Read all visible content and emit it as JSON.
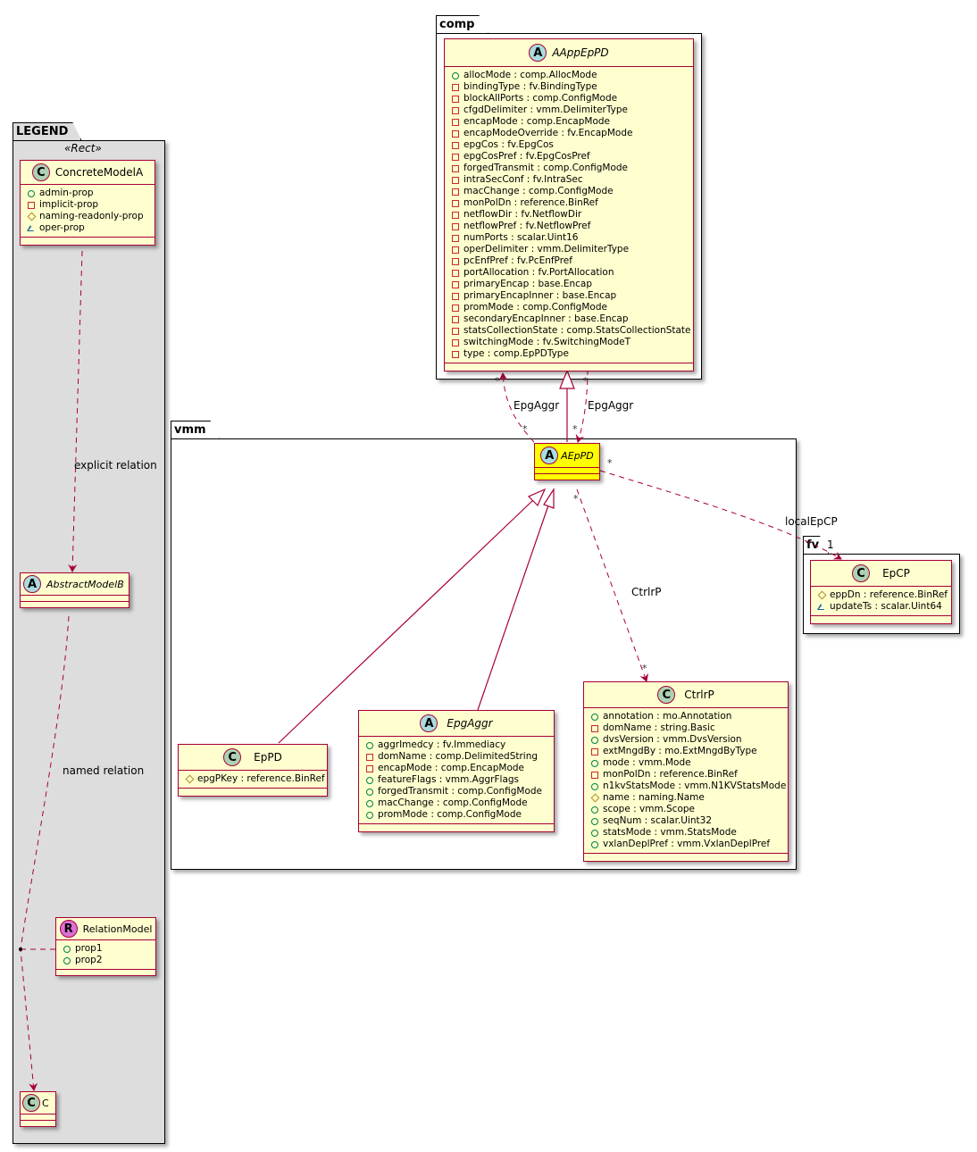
{
  "packages": {
    "comp": "comp",
    "vmm": "vmm",
    "fv": "fv",
    "legend": "LEGEND"
  },
  "legend": {
    "stereotype": "«Rect»",
    "concrete": {
      "badge": "C",
      "name": "ConcreteModelA",
      "attrs": [
        {
          "vis": "public",
          "text": "admin-prop"
        },
        {
          "vis": "private",
          "text": "implicit-prop"
        },
        {
          "vis": "protected",
          "text": "naming-readonly-prop"
        },
        {
          "vis": "package",
          "text": "oper-prop"
        }
      ]
    },
    "abstract": {
      "badge": "A",
      "name": "AbstractModelB"
    },
    "relation": {
      "badge": "R",
      "name": "RelationModel",
      "attrs": [
        {
          "vis": "public",
          "text": "prop1"
        },
        {
          "vis": "public",
          "text": "prop2"
        }
      ]
    },
    "c": {
      "badge": "C",
      "name": "C"
    },
    "explicit_label": "explicit relation",
    "named_label": "named relation"
  },
  "classes": {
    "AAppEpPD": {
      "badge": "A",
      "name": "AAppEpPD",
      "attrs": [
        {
          "vis": "public",
          "text": "allocMode : comp.AllocMode"
        },
        {
          "vis": "private",
          "text": "bindingType : fv.BindingType"
        },
        {
          "vis": "private",
          "text": "blockAllPorts : comp.ConfigMode"
        },
        {
          "vis": "private",
          "text": "cfgdDelimiter : vmm.DelimiterType"
        },
        {
          "vis": "private",
          "text": "encapMode : comp.EncapMode"
        },
        {
          "vis": "private",
          "text": "encapModeOverride : fv.EncapMode"
        },
        {
          "vis": "private",
          "text": "epgCos : fv.EpgCos"
        },
        {
          "vis": "private",
          "text": "epgCosPref : fv.EpgCosPref"
        },
        {
          "vis": "private",
          "text": "forgedTransmit : comp.ConfigMode"
        },
        {
          "vis": "private",
          "text": "intraSecConf : fv.IntraSec"
        },
        {
          "vis": "private",
          "text": "macChange : comp.ConfigMode"
        },
        {
          "vis": "private",
          "text": "monPolDn : reference.BinRef"
        },
        {
          "vis": "private",
          "text": "netflowDir : fv.NetflowDir"
        },
        {
          "vis": "private",
          "text": "netflowPref : fv.NetflowPref"
        },
        {
          "vis": "private",
          "text": "numPorts : scalar.Uint16"
        },
        {
          "vis": "private",
          "text": "operDelimiter : vmm.DelimiterType"
        },
        {
          "vis": "private",
          "text": "pcEnfPref : fv.PcEnfPref"
        },
        {
          "vis": "private",
          "text": "portAllocation : fv.PortAllocation"
        },
        {
          "vis": "private",
          "text": "primaryEncap : base.Encap"
        },
        {
          "vis": "private",
          "text": "primaryEncapInner : base.Encap"
        },
        {
          "vis": "private",
          "text": "promMode : comp.ConfigMode"
        },
        {
          "vis": "private",
          "text": "secondaryEncapInner : base.Encap"
        },
        {
          "vis": "private",
          "text": "statsCollectionState : comp.StatsCollectionState"
        },
        {
          "vis": "private",
          "text": "switchingMode : fv.SwitchingModeT"
        },
        {
          "vis": "private",
          "text": "type : comp.EpPDType"
        }
      ]
    },
    "AEpPD": {
      "badge": "A",
      "name": "AEpPD"
    },
    "EpPD": {
      "badge": "C",
      "name": "EpPD",
      "attrs": [
        {
          "vis": "protected",
          "text": "epgPKey : reference.BinRef"
        }
      ]
    },
    "EpgAggr": {
      "badge": "A",
      "name": "EpgAggr",
      "attrs": [
        {
          "vis": "public",
          "text": "aggrImedcy : fv.Immediacy"
        },
        {
          "vis": "private",
          "text": "domName : comp.DelimitedString"
        },
        {
          "vis": "private",
          "text": "encapMode : comp.EncapMode"
        },
        {
          "vis": "public",
          "text": "featureFlags : vmm.AggrFlags"
        },
        {
          "vis": "public",
          "text": "forgedTransmit : comp.ConfigMode"
        },
        {
          "vis": "public",
          "text": "macChange : comp.ConfigMode"
        },
        {
          "vis": "public",
          "text": "promMode : comp.ConfigMode"
        }
      ]
    },
    "CtrlrP": {
      "badge": "C",
      "name": "CtrlrP",
      "attrs": [
        {
          "vis": "public",
          "text": "annotation : mo.Annotation"
        },
        {
          "vis": "private",
          "text": "domName : string.Basic"
        },
        {
          "vis": "public",
          "text": "dvsVersion : vmm.DvsVersion"
        },
        {
          "vis": "private",
          "text": "extMngdBy : mo.ExtMngdByType"
        },
        {
          "vis": "public",
          "text": "mode : vmm.Mode"
        },
        {
          "vis": "private",
          "text": "monPolDn : reference.BinRef"
        },
        {
          "vis": "public",
          "text": "n1kvStatsMode : vmm.N1KVStatsMode"
        },
        {
          "vis": "protected",
          "text": "name : naming.Name"
        },
        {
          "vis": "public",
          "text": "scope : vmm.Scope"
        },
        {
          "vis": "public",
          "text": "seqNum : scalar.Uint32"
        },
        {
          "vis": "public",
          "text": "statsMode : vmm.StatsMode"
        },
        {
          "vis": "public",
          "text": "vxlanDeplPref : vmm.VxlanDeplPref"
        }
      ]
    },
    "EpCP": {
      "badge": "C",
      "name": "EpCP",
      "attrs": [
        {
          "vis": "protected",
          "text": "eppDn : reference.BinRef"
        },
        {
          "vis": "package",
          "text": "updateTs : scalar.Uint64"
        }
      ]
    }
  },
  "relations": {
    "epgaggr_left": {
      "label": "EpgAggr",
      "src_mult": "*",
      "dst_mult": "*"
    },
    "epgaggr_right": {
      "label": "EpgAggr",
      "src_mult": "*",
      "dst_mult": "*"
    },
    "ctrlrp": {
      "label": "CtrlrP",
      "src_mult": "*",
      "dst_mult": "*"
    },
    "localepcp": {
      "label": "localEpCP",
      "src_mult": "*",
      "dst_mult": "1"
    }
  },
  "colors": {
    "class_fill": "#fefece",
    "class_border": "#a80036",
    "highlight_fill": "#ffff00",
    "legend_bg": "#dddddd"
  }
}
